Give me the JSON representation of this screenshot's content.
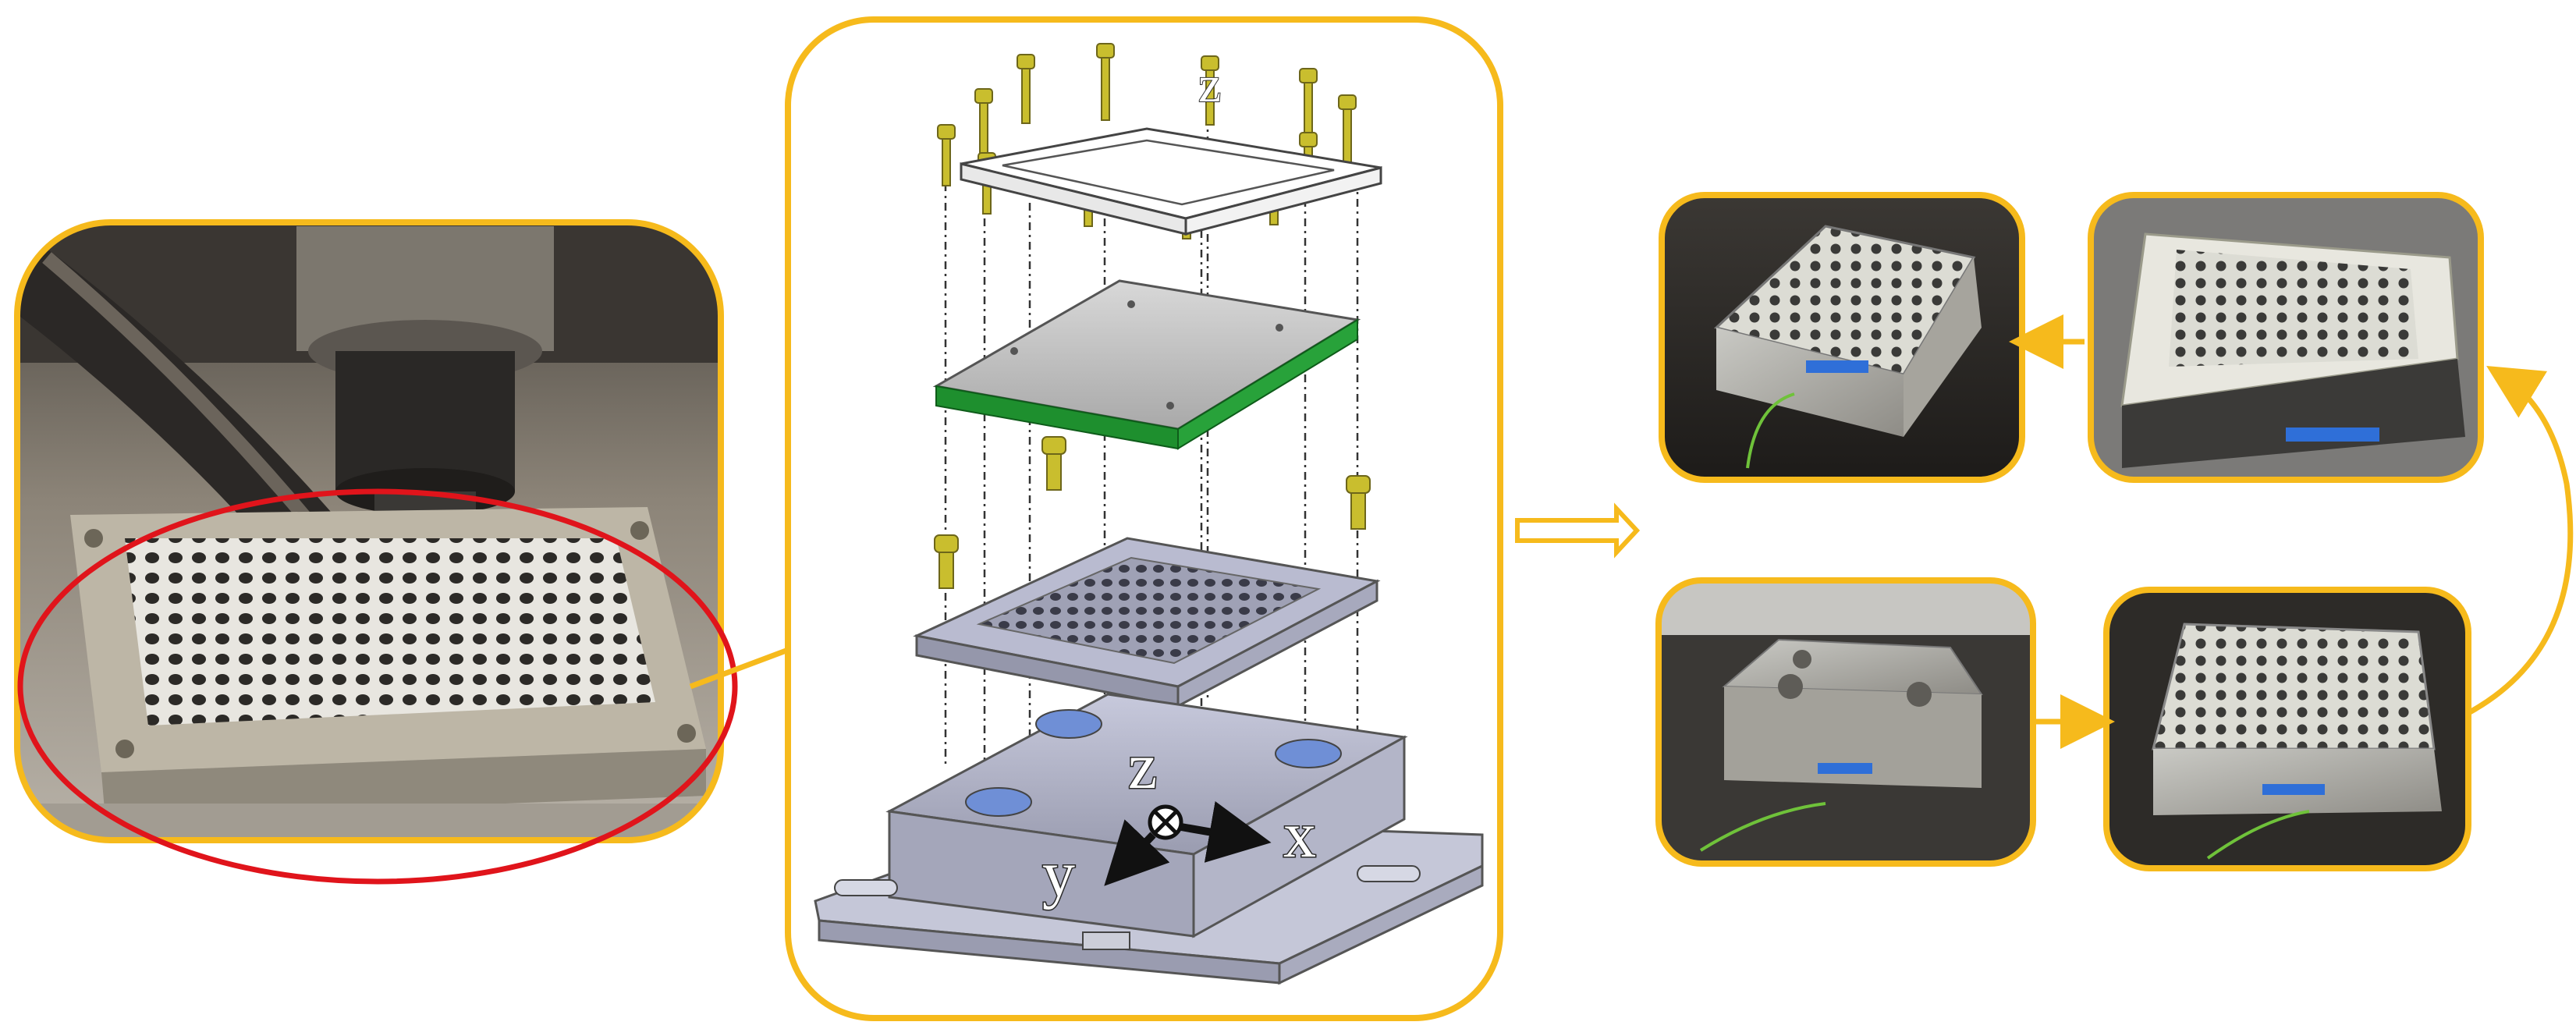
{
  "colors": {
    "frame": "#F6BA1C",
    "ellipse": "#E0141B",
    "green_layer": "#1E8F2E",
    "bolt": "#C9BE2E",
    "metal": "#B9BBD0"
  },
  "labels": {
    "z_top": "z",
    "z_base": "z",
    "x_base": "x",
    "y_base": "y"
  },
  "icons": {
    "flow_arrow": "double-outline-arrow-right"
  }
}
